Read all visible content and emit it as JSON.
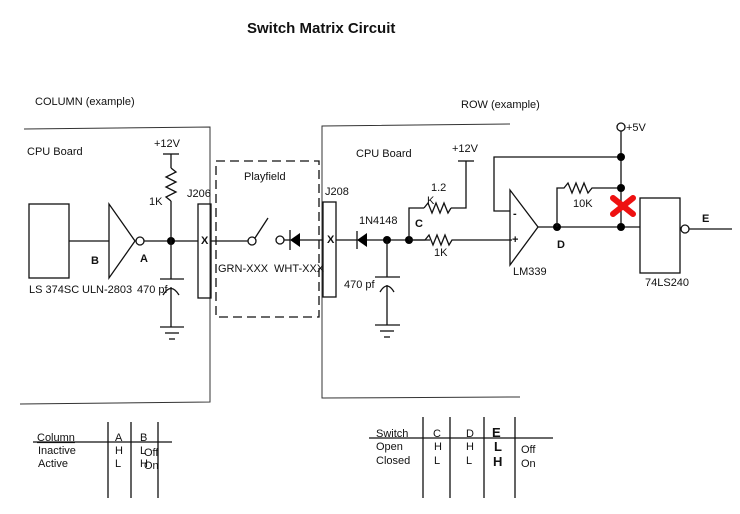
{
  "title": "Switch Matrix Circuit",
  "sections": {
    "column_label": "COLUMN (example)",
    "row_label": "ROW (example)"
  },
  "left_board": {
    "label": "CPU Board",
    "supply": "+12V",
    "pullup_resistor": "1K",
    "connector": "J206",
    "connector_pin": "X",
    "latch": "LS 374SC",
    "driver": "ULN-2803",
    "node_a": "A",
    "node_b": "B",
    "capacitor": "470 pf"
  },
  "playfield": {
    "label": "Playfield",
    "column_wire": "GRN-XXX",
    "row_wire": "WHT-XXX"
  },
  "right_board": {
    "label": "CPU Board",
    "supply": "+12V",
    "connector": "J208",
    "connector_pin": "X",
    "diode": "1N4148",
    "capacitor": "470 pf",
    "node_c": "C",
    "resistor_top": "1.2 K",
    "resistor_top_line1": "1.2",
    "resistor_top_line2": "K",
    "resistor_series": "1K",
    "comparator": "LM339",
    "comparator_minus": "-",
    "comparator_plus": "+",
    "feedback_resistor": "10K",
    "node_d": "D",
    "logic_supply": "+5V",
    "buffer": "74LS240",
    "node_e": "E",
    "annotation": "red-x-mark"
  },
  "column_table": {
    "headers": [
      "Column",
      "A",
      "B",
      ""
    ],
    "rows": [
      [
        "Inactive",
        "H",
        "L",
        "Off"
      ],
      [
        "Active",
        "L",
        "H",
        "On"
      ]
    ]
  },
  "switch_table": {
    "headers": [
      "Switch",
      "C",
      "D",
      "E",
      ""
    ],
    "rows": [
      [
        "Open",
        "H",
        "H",
        "L",
        "Off"
      ],
      [
        "Closed",
        "L",
        "L",
        "H",
        "On"
      ]
    ]
  },
  "colors": {
    "ink": "#111111",
    "annotation": "#ee1111",
    "background": "#ffffff"
  }
}
